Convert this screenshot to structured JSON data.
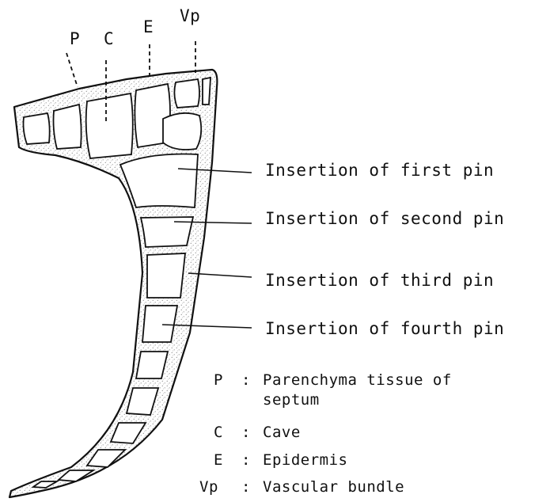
{
  "top_labels": {
    "P": "P",
    "C": "C",
    "E": "E",
    "Vp": "Vp"
  },
  "insertions": [
    "Insertion of first pin",
    "Insertion of second pin",
    "Insertion of third pin",
    "Insertion of fourth pin"
  ],
  "legend": [
    {
      "abbr": "P",
      "sep": ":",
      "text": "Parenchyma tissue of",
      "text2": "septum"
    },
    {
      "abbr": "C",
      "sep": ":",
      "text": "Cave"
    },
    {
      "abbr": "E",
      "sep": ":",
      "text": "Epidermis"
    },
    {
      "abbr": "Vp",
      "sep": ":",
      "text": "Vascular bundle"
    }
  ],
  "colors": {
    "ink": "#111111",
    "paper": "#ffffff",
    "stipple": "#444444"
  }
}
